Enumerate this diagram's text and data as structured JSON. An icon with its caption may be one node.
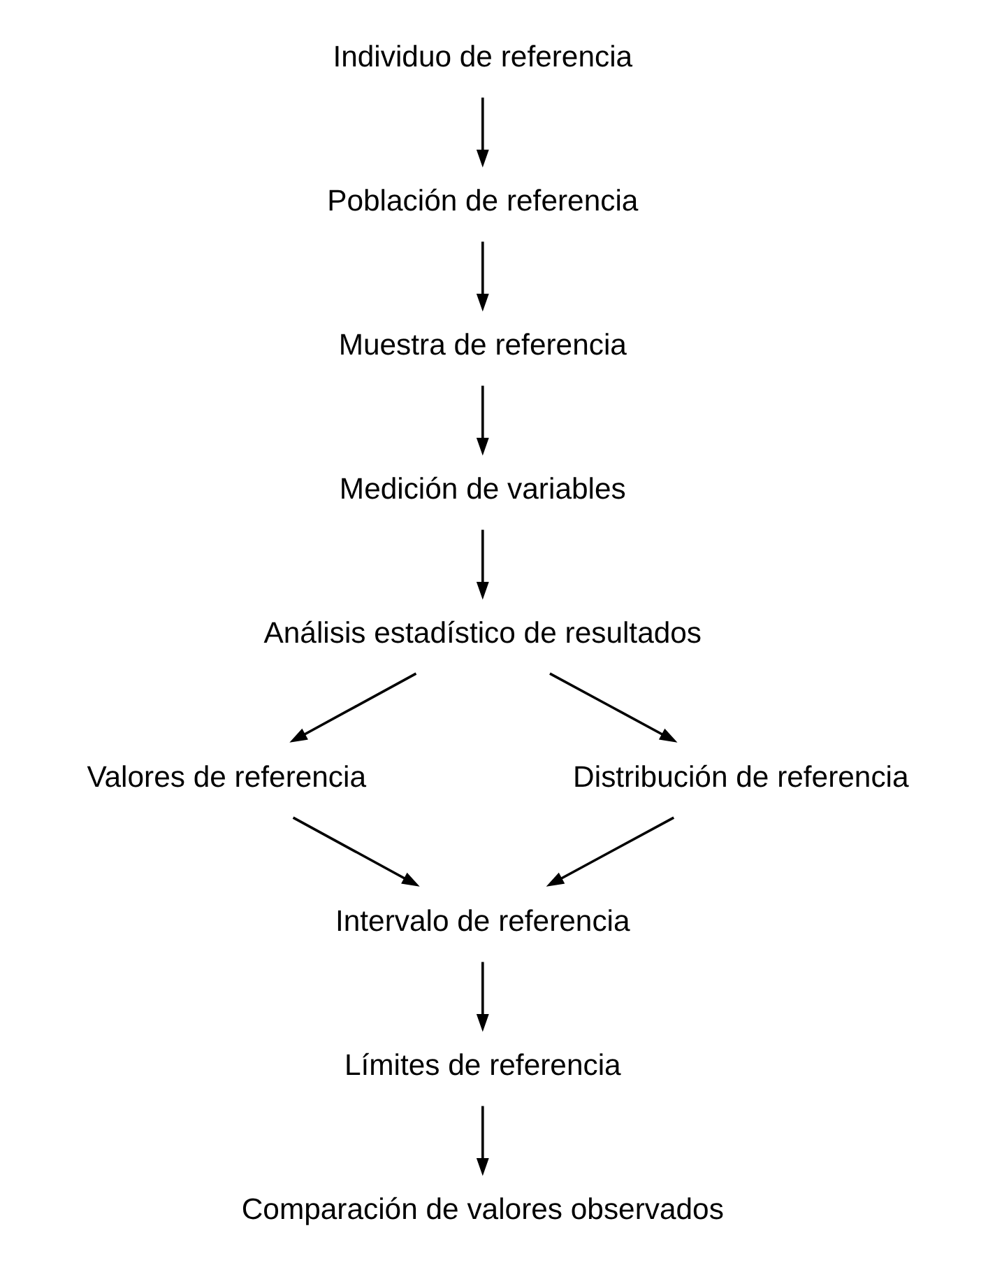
{
  "diagram": {
    "nodes": [
      {
        "text": [
          "Individuo de referencia"
        ]
      },
      {
        "text": [
          "Población de referencia"
        ]
      },
      {
        "text": [
          "Muestra de referencia"
        ]
      },
      {
        "text": [
          "Medición de variables"
        ]
      },
      {
        "text": [
          "Análisis estadístico de resultados"
        ]
      },
      {
        "text": [
          "Valores de referencia"
        ]
      },
      {
        "text": [
          "Distribución de referencia"
        ]
      },
      {
        "text": [
          "Intervalo de referencia"
        ]
      },
      {
        "text": [
          "Límites de referencia"
        ]
      },
      {
        "text": [
          "Comparación de valores observados"
        ]
      }
    ],
    "edges": [
      {
        "from": 0,
        "to": 1,
        "arrow": "to"
      },
      {
        "from": 1,
        "to": 2,
        "arrow": "to"
      },
      {
        "from": 2,
        "to": 3,
        "arrow": "to"
      },
      {
        "from": 3,
        "to": 4,
        "arrow": "to"
      },
      {
        "from": 4,
        "to": 5,
        "arrow": "to"
      },
      {
        "from": 4,
        "to": 6,
        "arrow": "to"
      },
      {
        "from": 5,
        "to": 7,
        "arrow": "to"
      },
      {
        "from": 6,
        "to": 7,
        "arrow": "to"
      },
      {
        "from": 7,
        "to": 8,
        "arrow": "to"
      },
      {
        "from": 8,
        "to": 9,
        "arrow": "to"
      }
    ]
  }
}
